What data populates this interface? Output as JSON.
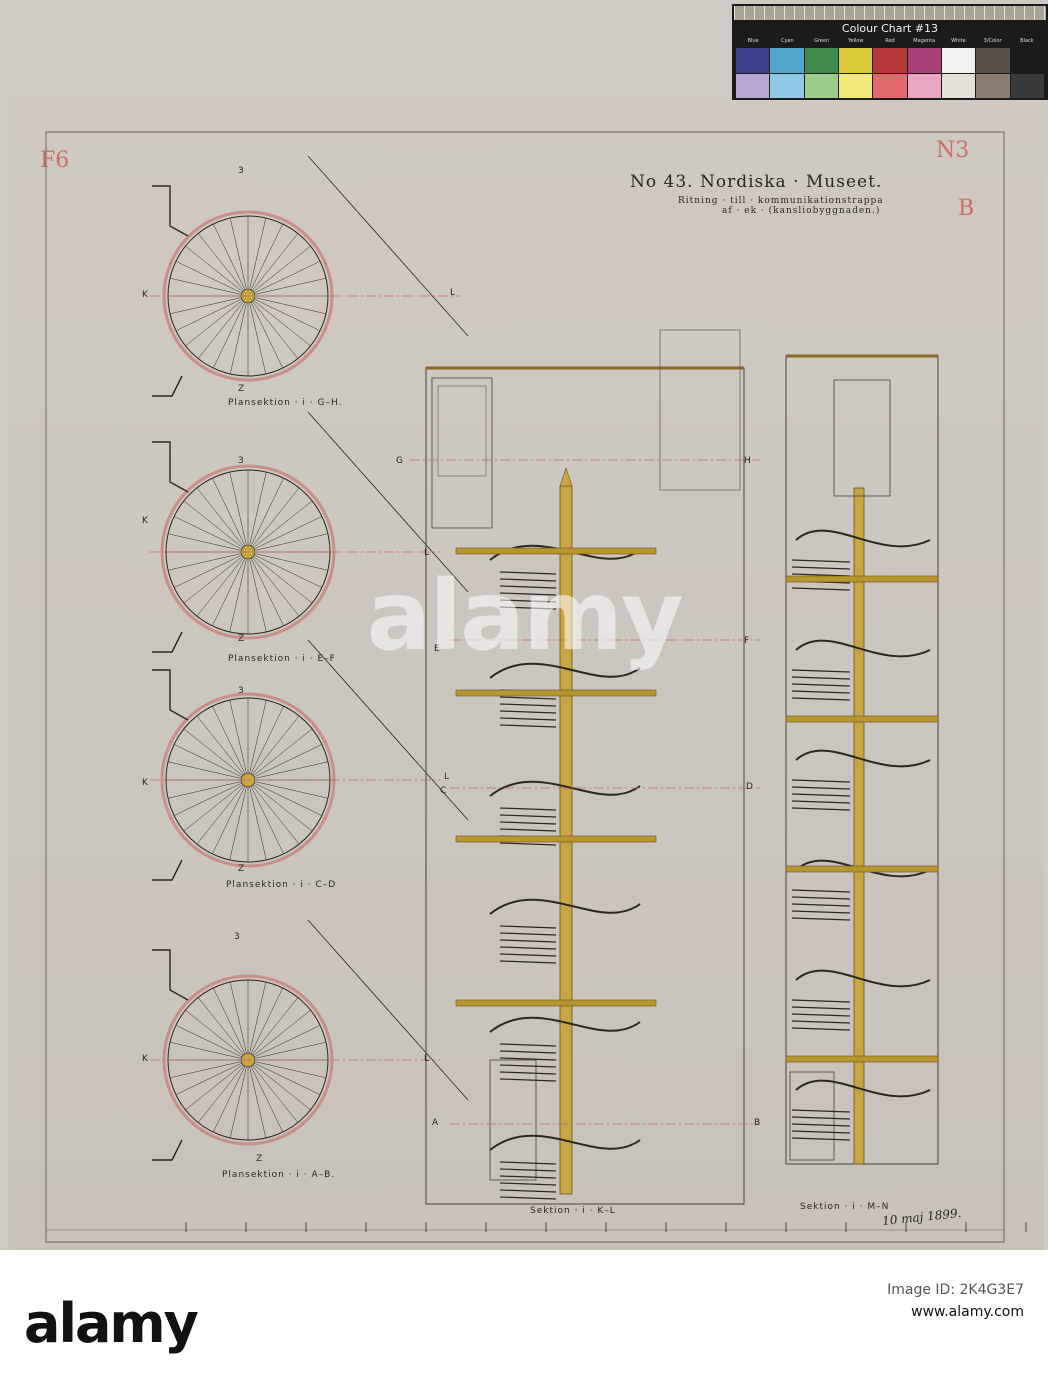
{
  "colour_chart": {
    "title": "Colour Chart #13",
    "labels": [
      "Blue",
      "Cyan",
      "Green",
      "Yellow",
      "Red",
      "Magenta",
      "White",
      "3/Color",
      "Black"
    ],
    "swatches_top": [
      "#3b3f8a",
      "#4fa6c9",
      "#3f8b4a",
      "#d9c93a",
      "#b8383a",
      "#a8407a",
      "#f2f2ec",
      "#5a4f48",
      "#1a1a1a"
    ],
    "swatches_bottom": [
      "#b8a8d6",
      "#8fc9e6",
      "#9ccc8c",
      "#f3e97a",
      "#e26a6a",
      "#e8a6c2",
      "#e4e1d8",
      "#8c7d72",
      "#3a3a3a"
    ]
  },
  "title": {
    "main": "No 43. Nordiska · Museet.",
    "sub1": "Ritning · till · kommunikationstrappa",
    "sub2": "af · ek · (kansliobyggnaden.)"
  },
  "plan_labels": {
    "gh": "Plansektion · i · G–H.",
    "ef": "Plansektion · i · E–F",
    "cd": "Plansektion · i · C–D",
    "ab": "Plansektion · i · A–B."
  },
  "section_labels": {
    "kl": "Sektion · i · K–L",
    "mn": "Sektion · i · M–N"
  },
  "letters": {
    "k": "K",
    "l": "L",
    "g": "G",
    "h": "H",
    "e": "E",
    "f": "F",
    "c": "C",
    "d": "D",
    "a": "A",
    "b": "B",
    "z": "Z",
    "three": "3"
  },
  "signature": "10 maj 1899.",
  "stamps": {
    "left": "F6",
    "right": "N3",
    "right2": "B"
  },
  "watermark": "alamy",
  "bottom": {
    "logo": "alamy",
    "line1": "Image ID: 2K4G3E7",
    "line2": "www.alamy.com"
  },
  "colors": {
    "paper": "#cbc6be",
    "ink": "#2c2720",
    "red_ink": "#c8706a",
    "wood": "#b8952e",
    "pink": "#c98d8a"
  }
}
